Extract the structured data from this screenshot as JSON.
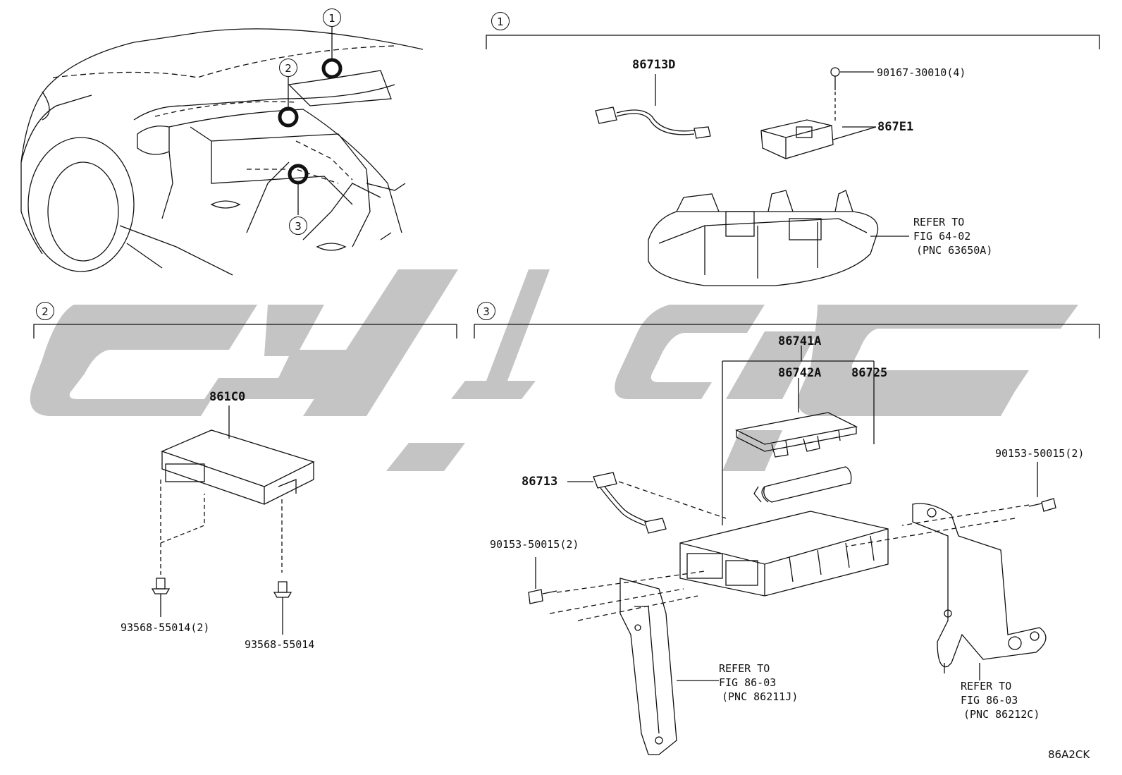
{
  "figure_code": "86A2CK",
  "callouts": {
    "c1": "1",
    "c2": "2",
    "c3": "3"
  },
  "sections": {
    "s1": "1",
    "s2": "2",
    "s3": "3"
  },
  "parts": {
    "p86713D": "86713D",
    "p90167": "90167-30010(4)",
    "p867E1": "867E1",
    "refer1_line1": "REFER TO",
    "refer1_line2": "FIG 64-02",
    "refer1_line3": "(PNC 63650A)",
    "p861C0": "861C0",
    "p93568a": "93568-55014(2)",
    "p93568b": "93568-55014",
    "p86741A": "86741A",
    "p86742A": "86742A",
    "p86725": "86725",
    "p86713": "86713",
    "p90153a": "90153-50015(2)",
    "p90153b": "90153-50015(2)",
    "refer2_line1": "REFER TO",
    "refer2_line2": "FIG 86-03",
    "refer2_line3": "(PNC 86211J)",
    "refer3_line1": "REFER TO",
    "refer3_line2": "FIG 86-03",
    "refer3_line3": "(PNC 86212C)"
  },
  "colors": {
    "line": "#111111",
    "watermark": "#c4c4c4",
    "background": "#ffffff"
  }
}
